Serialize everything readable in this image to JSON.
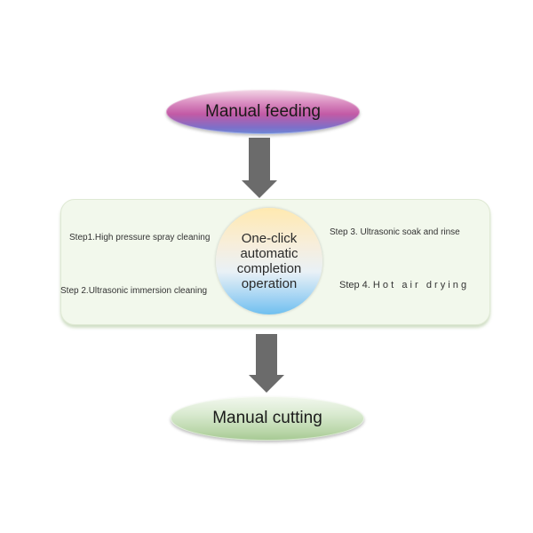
{
  "start_node": {
    "label": "Manual feeding"
  },
  "center": {
    "lines": [
      "One-click",
      "automatic",
      "completion",
      "operation"
    ]
  },
  "steps": {
    "step1": "Step1.High pressure spray cleaning",
    "step2": "Step 2.Ultrasonic immersion cleaning",
    "step3": "Step 3. Ultrasonic soak and rinse",
    "step4": "Step 4. H o t   a i r   d r y i n g"
  },
  "end_node": {
    "label": "Manual cutting"
  },
  "colors": {
    "arrow": "#6b6b6b",
    "panel_bg": "#f2f8ec",
    "start_gradient": [
      "#d98cc0",
      "#6c8ad8"
    ],
    "end_gradient": [
      "#d9ead0",
      "#a5c892"
    ],
    "center_gradient": [
      "#ffe9b0",
      "#6fc0ef"
    ]
  }
}
